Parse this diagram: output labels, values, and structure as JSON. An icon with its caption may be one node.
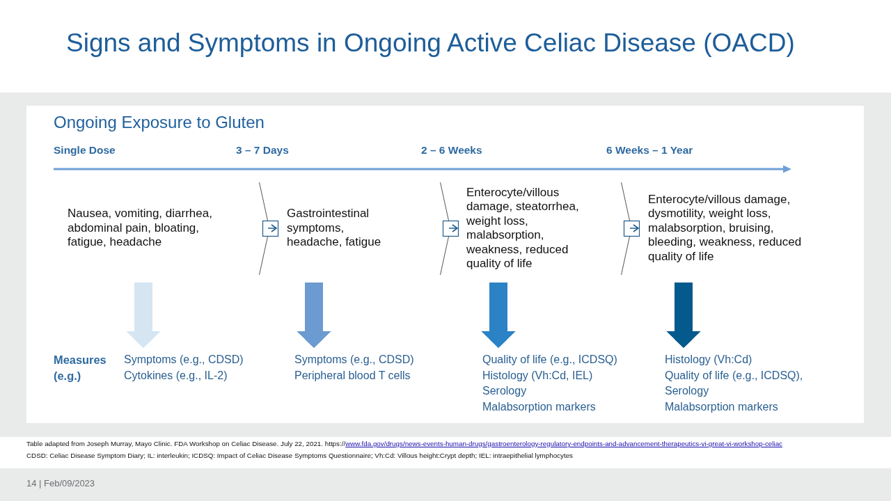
{
  "diagram": {
    "title": "Signs and Symptoms in Ongoing Active Celiac Disease (OACD)",
    "nodes": [
      {
        "text": [
          "Ongoing Exposure to Gluten"
        ]
      },
      {
        "text": [
          "Nausea, vomiting, diarrhea, abdominal pain, bloating, fatigue, headache"
        ],
        "in": 0
      },
      {
        "text": [
          "Gastrointestinal symptoms, headache, fatigue"
        ],
        "in": 0
      },
      {
        "text": [
          "Enterocyte/villous damage, steatorrhea, weight loss, malabsorption, weakness, reduced quality of life"
        ],
        "in": 0
      },
      {
        "text": [
          "Enterocyte/villous damage, dysmotility, weight loss, malabsorption, bruising, bleeding, weakness, reduced quality of life"
        ],
        "in": 0
      },
      {
        "text": [
          "Symptoms (e.g., CDSD)",
          "Cytokines (e.g., IL-2)"
        ],
        "in": 0
      },
      {
        "text": [
          "Symptoms (e.g., CDSD)",
          "Peripheral blood T cells"
        ],
        "in": 0
      },
      {
        "text": [
          "Quality of life (e.g., ICDSQ)",
          "Histology (Vh:Cd, IEL)",
          "Serology",
          "Malabsorption markers"
        ],
        "in": 0
      },
      {
        "text": [
          "Histology (Vh:Cd)",
          "Quality of life (e.g., ICDSQ), Serology",
          "Malabsorption markers"
        ],
        "in": 0
      }
    ],
    "edges": [
      {
        "from": 1,
        "to": 2,
        "arrow": "to"
      },
      {
        "from": 2,
        "to": 3,
        "arrow": "to"
      },
      {
        "from": 3,
        "to": 4,
        "arrow": "to"
      },
      {
        "from": 1,
        "to": 5,
        "arrow": "to",
        "color": "#d5e5f2"
      },
      {
        "from": 2,
        "to": 6,
        "arrow": "to",
        "color": "#6b9bd1"
      },
      {
        "from": 3,
        "to": 7,
        "arrow": "to",
        "color": "#2b83c6"
      },
      {
        "from": 4,
        "to": 8,
        "arrow": "to",
        "color": "#045a8d"
      }
    ],
    "labels": [
      "Single Dose",
      "3 – 7 Days",
      "2 – 6 Weeks",
      "6 Weeks – 1 Year",
      "Measures (e.g.)",
      "Table adapted from Joseph Murray, Mayo Clinic. FDA Workshop on Celiac Disease. July 22, 2021. https://",
      "www.fda.gov/drugs/news-events-human-drugs/gastroenterology-regulatory-endpoints-and-advancement-therapeutics-vi-great-vi-workshop-celiac",
      "CDSD: Celiac Disease Symptom Diary; IL: interleukin; ICDSQ: Impact of Celiac Disease Symptoms Questionnaire; Vh:Cd: Villous height:Crypt depth; IEL: intraepithelial lymphocytes",
      "14 | Feb/09/2023"
    ]
  }
}
